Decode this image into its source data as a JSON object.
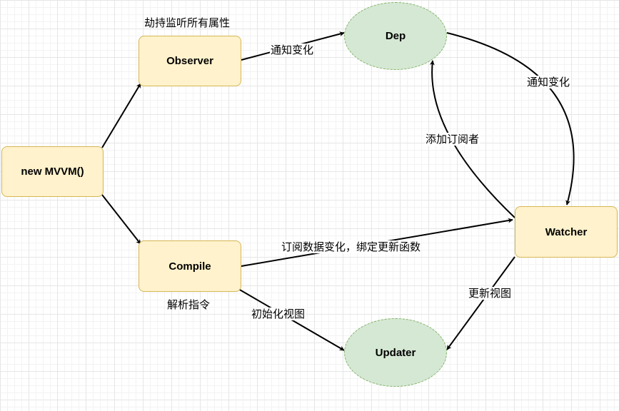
{
  "nodes": {
    "mvvm": "new MVVM()",
    "observer": "Observer",
    "compile": "Compile",
    "dep": "Dep",
    "watcher": "Watcher",
    "updater": "Updater"
  },
  "labels": {
    "observer_caption": "劫持监听所有属性",
    "compile_caption": "解析指令",
    "observer_to_dep": "通知变化",
    "dep_to_watcher": "通知变化",
    "watcher_to_dep": "添加订阅者",
    "compile_to_watcher": "订阅数据变化，绑定更新函数",
    "watcher_to_updater": "更新视图",
    "compile_to_updater": "初始化视图"
  },
  "colors": {
    "rect_fill": "#fff2cc",
    "rect_stroke": "#d6b656",
    "ellipse_fill": "#d5e8d4",
    "ellipse_stroke": "#82b366",
    "edge": "#000000"
  }
}
